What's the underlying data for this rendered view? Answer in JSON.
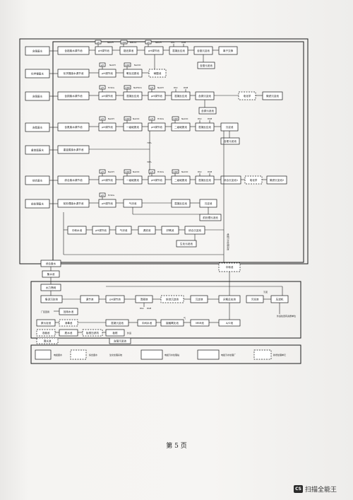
{
  "page": {
    "number_label": "第 5 页"
  },
  "watermark": {
    "logo_text": "CS",
    "app_name": "扫描全能王"
  },
  "diagram": {
    "sources": [
      "含铬废水",
      "化学镍废水",
      "含铜废水",
      "含氰废水",
      "重金属废水",
      "综合废水",
      "前处理废水"
    ],
    "row1": [
      "含铬废水调节池",
      "pH调节池",
      "铬还原池",
      "pH调节池",
      "混凝反应池",
      "含铬沉淀池",
      "离子交换",
      "含铬污泥池"
    ],
    "row2": [
      "化学镍废水调节池",
      "pH调节池",
      "氧化还原池",
      "硝酸池"
    ],
    "row3": [
      "含铜废水调节池",
      "pH调节池",
      "混凝反应池",
      "pH调节池",
      "混凝反应池",
      "含铜沉淀池",
      "电化学",
      "微滤沉淀池",
      "含铜污泥池"
    ],
    "row4": [
      "含氰废水调节池",
      "pH调节池",
      "一级破氰池",
      "pH调节池",
      "二级破氰池",
      "混凝反应池",
      "沉淀池",
      "含氰污泥池"
    ],
    "row5": [
      "重金属废水调节池"
    ],
    "row6": [
      "综合废水调节池",
      "pH调节池",
      "一级破氰池",
      "pH调节池",
      "二级破氰池",
      "混凝反应池",
      "综合沉淀池1",
      "电化学",
      "微滤沉淀池2"
    ],
    "row7": [
      "前处理废水调节池",
      "pH调节池",
      "气浮池",
      "混凝反应池",
      "沉淀池",
      "前处理污泥池"
    ],
    "row8": [
      "中和水池",
      "pH调节池",
      "气浮池",
      "调浆池",
      "好氧池",
      "综合沉淀池",
      "生化污泥池"
    ],
    "chem": {
      "naoh": "NaOH",
      "naclo": "NaClO",
      "ph": "pH",
      "orp": "ORP",
      "pac": "PAC",
      "pam": "PAM",
      "h2so4": "H₂SO₄",
      "nahso3": "NaHSO₃"
    },
    "split_70": "70%",
    "split_30": "30%",
    "vertical_label": "电镀污水处理系统",
    "lower": {
      "source": "综合废水",
      "boxes": [
        "集水池",
        "水力筛网",
        "集泥沉砂池",
        "调节池",
        "pH调节池",
        "混凝池",
        "斜流沉淀池",
        "沉淀池",
        "厌氧反应池",
        "污泥池",
        "压滤机",
        "回用水池",
        "中间水池",
        "MBR池",
        "A/O池",
        "接触氧化池",
        "消毒池",
        "厂区回用",
        "原污泥池",
        "浓缩池",
        "脱水池",
        "板框压滤机",
        "板框",
        "外运",
        "含铬污泥池",
        "混凝沉淀池",
        "清水池",
        "中转池"
      ],
      "annotations": [
        "污泥",
        "PAC",
        "PAM",
        "气",
        "外运处置有资质单位"
      ]
    },
    "legend": [
      {
        "text": "电镀废水",
        "style": "solid"
      },
      {
        "text": "综合废水",
        "style": "dashed"
      },
      {
        "text": "电镀污水处理站",
        "style": "solid"
      },
      {
        "text": "生化处理系统",
        "style": "dashed"
      },
      {
        "text": "电镀污水处理厂",
        "style": "solid"
      },
      {
        "text": "新增处理单元",
        "style": "dashed"
      }
    ]
  }
}
